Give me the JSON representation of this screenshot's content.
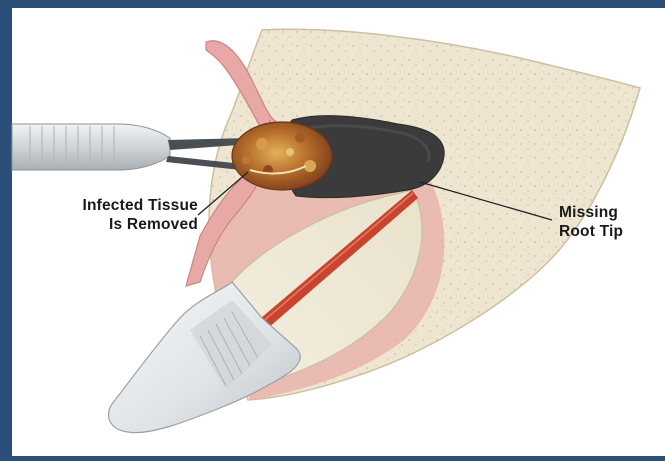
{
  "diagram": {
    "labels": {
      "infected_tissue": [
        "Infected Tissue",
        "Is Removed"
      ],
      "missing_root_tip": [
        "Missing",
        "Root Tip"
      ]
    },
    "colors": {
      "background_frame": "#2b4f78",
      "panel": "#ffffff",
      "bone": "#efe6d2",
      "bone_speckle": "#d9ccb0",
      "gum": "#e8a9a6",
      "cavity": "#3c3c3c",
      "canal": "#c9442e",
      "tooth": "#e9ecef",
      "instrument": "#d5d8da",
      "infected_tissue": "#b86a2a"
    }
  }
}
